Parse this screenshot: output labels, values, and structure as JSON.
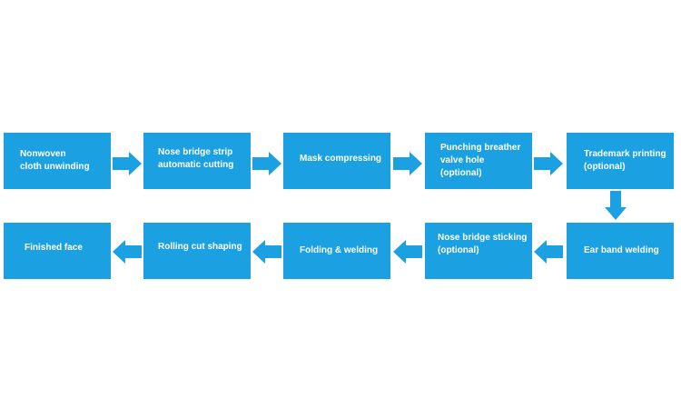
{
  "colors": {
    "box": "#1BA1E2",
    "arrow": "#1BA1E2",
    "text": "#FFFFFF",
    "background": "#FFFFFF"
  },
  "steps": [
    {
      "label": "Nonwoven\ncloth unwinding"
    },
    {
      "label": "Nose bridge strip\nautomatic cutting"
    },
    {
      "label": "Mask compressing"
    },
    {
      "label": "Punching breather\nvalve hole\n(optional)"
    },
    {
      "label": "Trademark printing\n(optional)"
    },
    {
      "label": "Ear band welding"
    },
    {
      "label": "Nose bridge sticking\n(optional)"
    },
    {
      "label": "Folding & welding"
    },
    {
      "label": "Rolling cut shaping"
    },
    {
      "label": "Finished face"
    }
  ],
  "arrows": [
    {
      "direction": "right"
    },
    {
      "direction": "right"
    },
    {
      "direction": "right"
    },
    {
      "direction": "right"
    },
    {
      "direction": "down"
    },
    {
      "direction": "left"
    },
    {
      "direction": "left"
    },
    {
      "direction": "left"
    },
    {
      "direction": "left"
    }
  ]
}
